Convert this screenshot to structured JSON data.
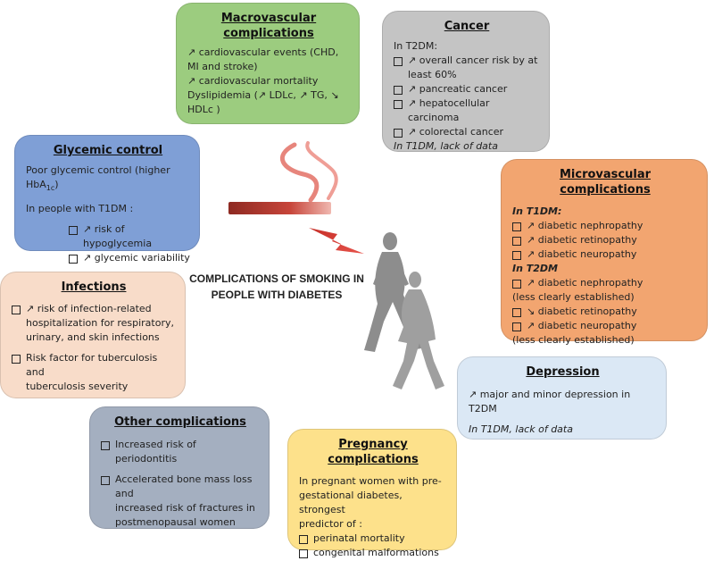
{
  "center_title_1": "COMPLICATIONS OF SMOKING",
  "center_title_2": "IN PEOPLE WITH DIABETES",
  "colors": {
    "macro": "#9ccc7f",
    "cancer": "#c4c4c4",
    "glycemic": "#7f9fd6",
    "micro": "#f2a570",
    "infections": "#f8dcc9",
    "depression": "#dbe8f5",
    "other": "#a4afc0",
    "pregnancy": "#fde18b",
    "cigarette": "#b93c2f",
    "smoke": "#e36b5f",
    "silhouette": "#8a8a8a"
  },
  "macro": {
    "title_1": "Macrovascular",
    "title_2": "complications",
    "l1": "↗ cardiovascular events (CHD,\nMI and stroke)",
    "l2": "↗ cardiovascular mortality",
    "l3": "Dyslipidemia (↗ LDLc, ↗ TG, ↘\nHDLc )"
  },
  "cancer": {
    "title": "Cancer",
    "intro": "In T2DM:",
    "i1": "↗ overall cancer risk by at\nleast 60%",
    "i2": "↗ pancreatic cancer",
    "i3": "↗ hepatocellular carcinoma",
    "i4": "↗ colorectal cancer",
    "note": "In T1DM, lack of data"
  },
  "glycemic": {
    "title": "Glycemic control",
    "l1": "Poor glycemic control (higher HbA",
    "l1_sub": "1c",
    "l1_end": ")",
    "l2": "In people with T1DM :",
    "i1": "↗ risk of hypoglycemia",
    "i2": "↗ glycemic variability"
  },
  "micro": {
    "title": "Microvascular complications",
    "t1dm": "In T1DM:",
    "a1": "↗ diabetic nephropathy",
    "a2": "↗ diabetic retinopathy",
    "a3": "↗ diabetic neuropathy",
    "t2dm": "In T2DM",
    "b1": "↗ diabetic nephropathy",
    "b1n": "(less clearly established)",
    "b2": "↘ diabetic retinopathy",
    "b3": "↗ diabetic neuropathy",
    "b3n": "(less clearly established)"
  },
  "infections": {
    "title": "Infections",
    "i1": "↗ risk of infection-related\nhospitalization for respiratory,\nurinary, and skin infections",
    "i2": "Risk factor for tuberculosis and\ntuberculosis severity"
  },
  "depression": {
    "title": "Depression",
    "l1": "↗ major and minor depression in T2DM",
    "note": "In T1DM, lack of data"
  },
  "other": {
    "title": "Other complications",
    "i1": "Increased risk of periodontitis",
    "i2": "Accelerated bone mass loss and\nincreased risk of fractures in\npostmenopausal women"
  },
  "pregnancy": {
    "title": "Pregnancy complications",
    "l1": "In pregnant women with pre-\ngestational diabetes, strongest\npredictor of :",
    "i1": "perinatal mortality",
    "i2": "congenital malformations"
  }
}
